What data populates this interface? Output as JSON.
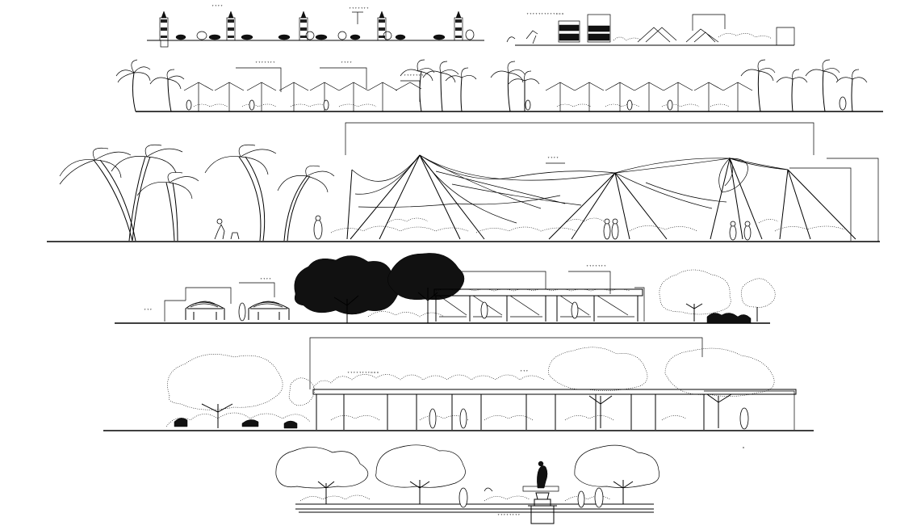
{
  "drawing": {
    "sections": [
      {
        "id": "row1",
        "labels": [
          "ᵀᵀᵀᵀ",
          "ᵀᵀᵀᵀᵀᵀᵀ",
          "ᵀᵀᵀᵀᵀᵀᵀᵀᵀᵀᴰᴼᴼ"
        ]
      },
      {
        "id": "row2",
        "labels": [
          "ᵀᵀᵀᵀᵀᵀᵀ",
          "ᵀᵀᵀᵀ",
          "ᵀᵀᵀᵀᵀᵀᵀ"
        ]
      },
      {
        "id": "row3",
        "labels": [
          "ᵀᵀᵀᵀ"
        ]
      },
      {
        "id": "row4",
        "labels": [
          "ᵀᵀᵀ",
          "ᵀᵀᵀᵀ",
          "ᵀᵀᵀᵀᵀᵀᵀ"
        ]
      },
      {
        "id": "row5",
        "labels": [
          "ᵀᵀᵀᵀᵀᵀᵀᵀᴰᴼᴼ",
          "ᵀᵀᵀ"
        ]
      },
      {
        "id": "row6",
        "labels": [
          "ᵀᵀᵀᵀᵀᵀᵀᵀ"
        ]
      }
    ]
  }
}
